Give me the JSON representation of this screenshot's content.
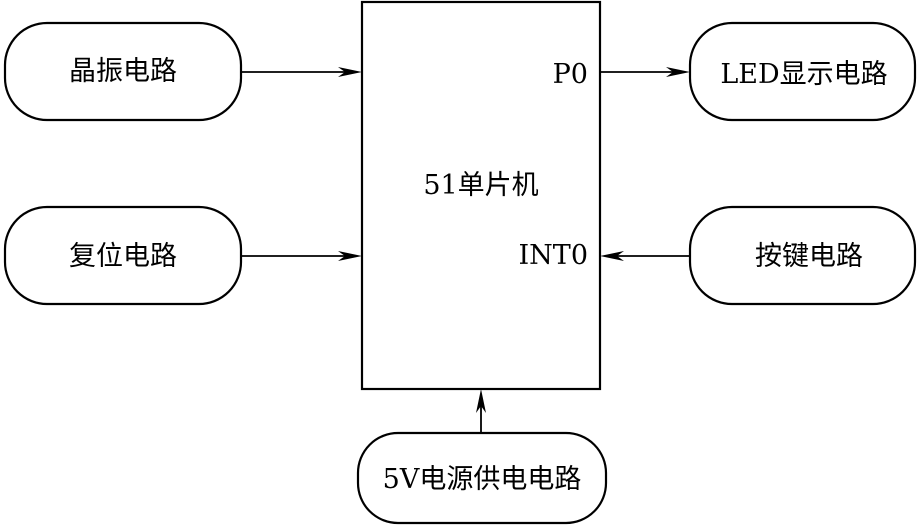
{
  "diagram": {
    "mcu": {
      "label": "51单片机",
      "port_p0": "P0",
      "port_int0": "INT0"
    },
    "crystal": {
      "label": "晶振电路"
    },
    "reset": {
      "label": "复位电路"
    },
    "led": {
      "label": "LED显示电路"
    },
    "keys": {
      "label": "按键电路"
    },
    "power": {
      "label": "5V电源供电电路"
    }
  },
  "colors": {
    "stroke": "#000000",
    "background": "#ffffff"
  }
}
